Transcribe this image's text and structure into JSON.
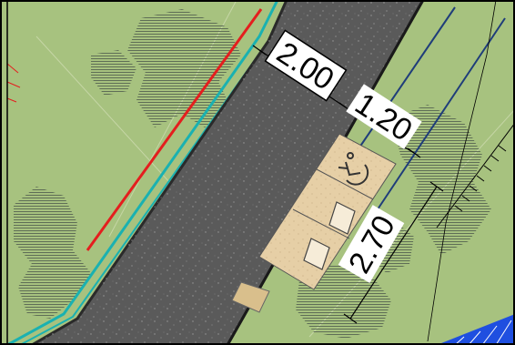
{
  "dimensions": {
    "road_width": "2.00",
    "sidewalk_width": "1.20",
    "parking_length": "2.70"
  },
  "icons": {
    "accessible_parking": "wheelchair-icon",
    "trees": "hatched-tree-canopy"
  },
  "colors": {
    "lawn": "#a7c27f",
    "road": "#5a5a5a",
    "road_edge": "#2a2a2a",
    "curb_cyan": "#1ab1b1",
    "red_line": "#e41e1e",
    "blue_line": "#1f3d7a",
    "pavers": "#e6cfa6",
    "tree_hatch": "#5f6e56",
    "dimension_line": "#000000",
    "water": "#1f4fe0"
  }
}
